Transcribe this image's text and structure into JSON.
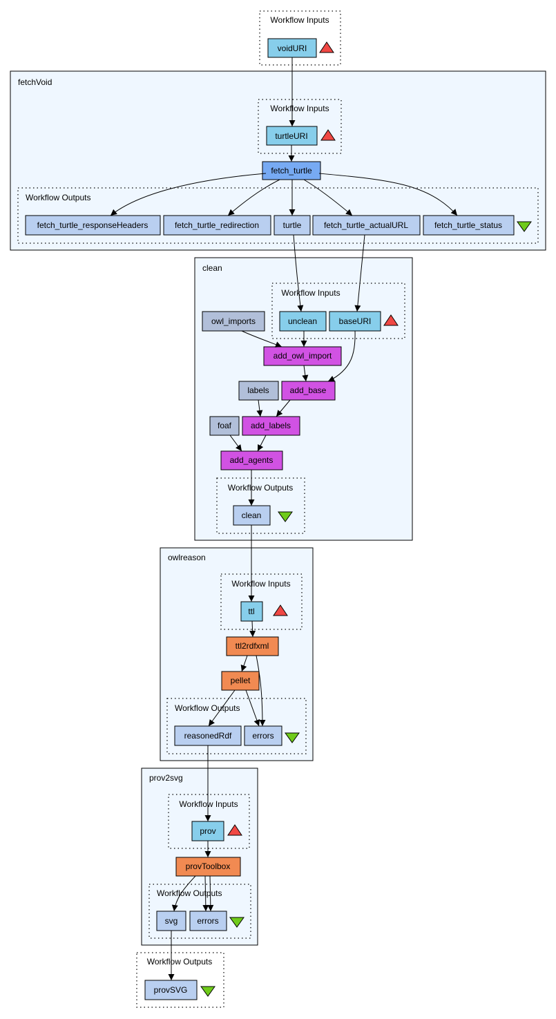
{
  "top_inputs": {
    "label": "Workflow Inputs",
    "voidURI": "voidURI"
  },
  "fetchVoid": {
    "title": "fetchVoid",
    "inputs_label": "Workflow Inputs",
    "turtleURI": "turtleURI",
    "fetch_turtle": "fetch_turtle",
    "outputs_label": "Workflow Outputs",
    "outputs": [
      "fetch_turtle_responseHeaders",
      "fetch_turtle_redirection",
      "turtle",
      "fetch_turtle_actualURL",
      "fetch_turtle_status"
    ]
  },
  "clean": {
    "title": "clean",
    "inputs_label": "Workflow Inputs",
    "unclean": "unclean",
    "baseURI": "baseURI",
    "owl_imports": "owl_imports",
    "add_owl_import": "add_owl_import",
    "labels": "labels",
    "add_base": "add_base",
    "foaf": "foaf",
    "add_labels": "add_labels",
    "add_agents": "add_agents",
    "outputs_label": "Workflow Outputs",
    "clean_out": "clean"
  },
  "owlreason": {
    "title": "owlreason",
    "inputs_label": "Workflow Inputs",
    "ttl": "ttl",
    "ttl2rdfxml": "ttl2rdfxml",
    "pellet": "pellet",
    "outputs_label": "Workflow Outputs",
    "reasonedRdf": "reasonedRdf",
    "errors": "errors"
  },
  "prov2svg": {
    "title": "prov2svg",
    "inputs_label": "Workflow Inputs",
    "prov": "prov",
    "provToolbox": "provToolbox",
    "outputs_label": "Workflow Outputs",
    "svg": "svg",
    "errors": "errors"
  },
  "bottom_outputs": {
    "label": "Workflow Outputs",
    "provSVG": "provSVG"
  },
  "colors": {
    "cluster_fill": "#eff7ff",
    "input_port": "#87ceeb",
    "output_port": "#b9cff0",
    "service": "#77aaf3",
    "constant": "#b1bfd9",
    "beanshell": "#d152e3",
    "tool": "#f18a52",
    "input_marker": "#f04844",
    "output_marker": "#6fcb1a"
  }
}
